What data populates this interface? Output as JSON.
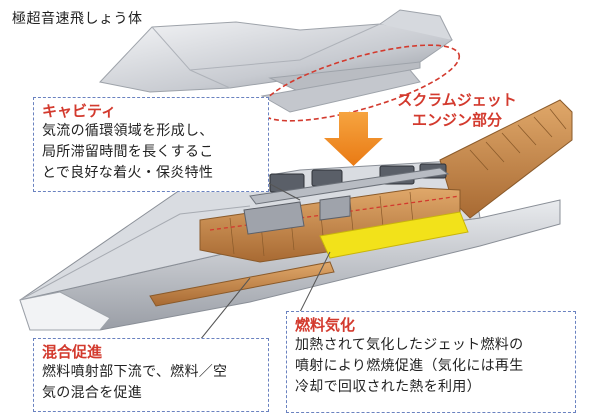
{
  "title": "極超音速飛しょう体",
  "scramjet_label": [
    "スクラムジェット",
    "エンジン部分"
  ],
  "callouts": {
    "cavity": {
      "heading": "キャビティ",
      "lines": [
        "気流の循環領域を形成し、",
        "局所滞留時間を長くするこ",
        "とで良好な着火・保炎特性"
      ]
    },
    "mixing": {
      "heading": "混合促進",
      "lines": [
        "燃料噴射部下流で、燃料／空",
        "気の混合を促進"
      ]
    },
    "fuel": {
      "heading": "燃料気化",
      "lines": [
        "加熱されて気化したジェット燃料の",
        "噴射により燃焼促進（気化には再生",
        "冷却で回収された熱を利用）"
      ]
    }
  },
  "colors": {
    "accent_red": "#d33a2e",
    "arrow_orange": "#f08a24",
    "callout_border": "#6a82c0",
    "fuel_yellow": "#f2e21a",
    "copper": "#c9874a"
  }
}
